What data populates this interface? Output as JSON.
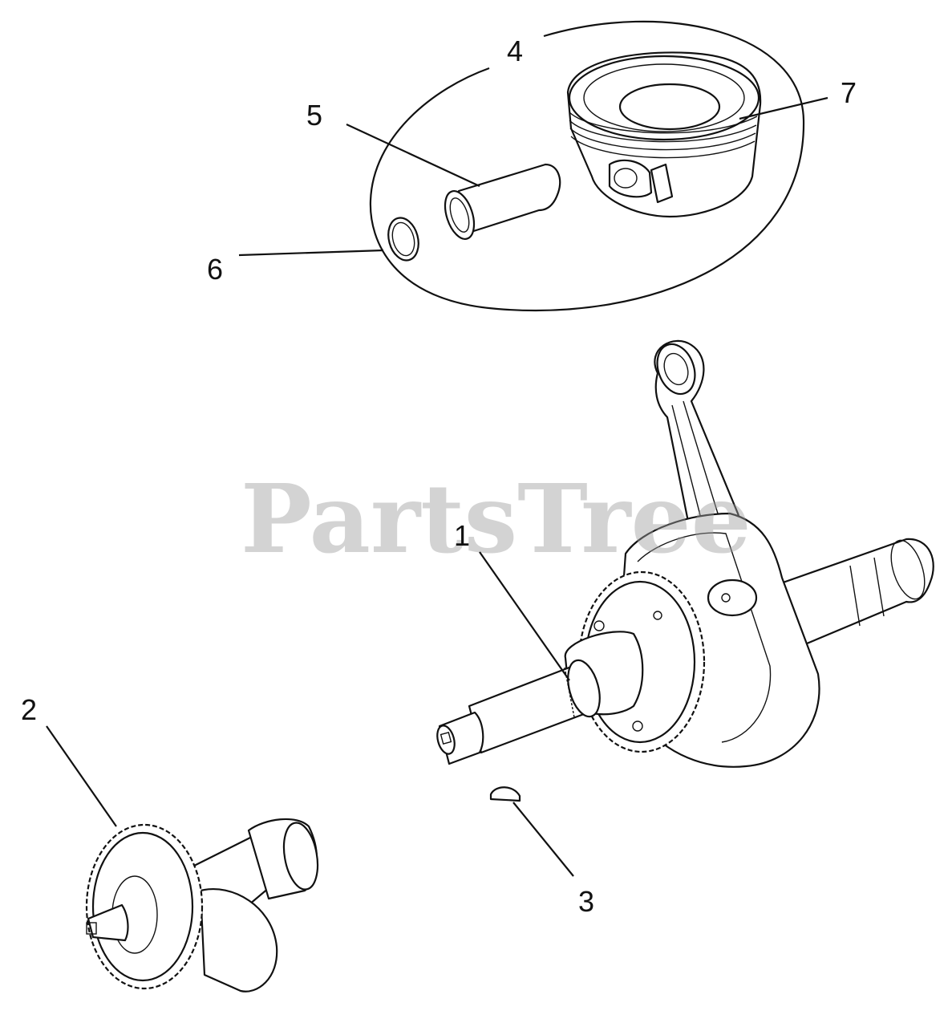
{
  "watermark": {
    "text": "PartsTree"
  },
  "callouts": [
    "1",
    "2",
    "3",
    "4",
    "5",
    "6",
    "7"
  ],
  "colors": {
    "line": "#111111",
    "watermark": "#9e9e9e",
    "background": "#ffffff"
  }
}
